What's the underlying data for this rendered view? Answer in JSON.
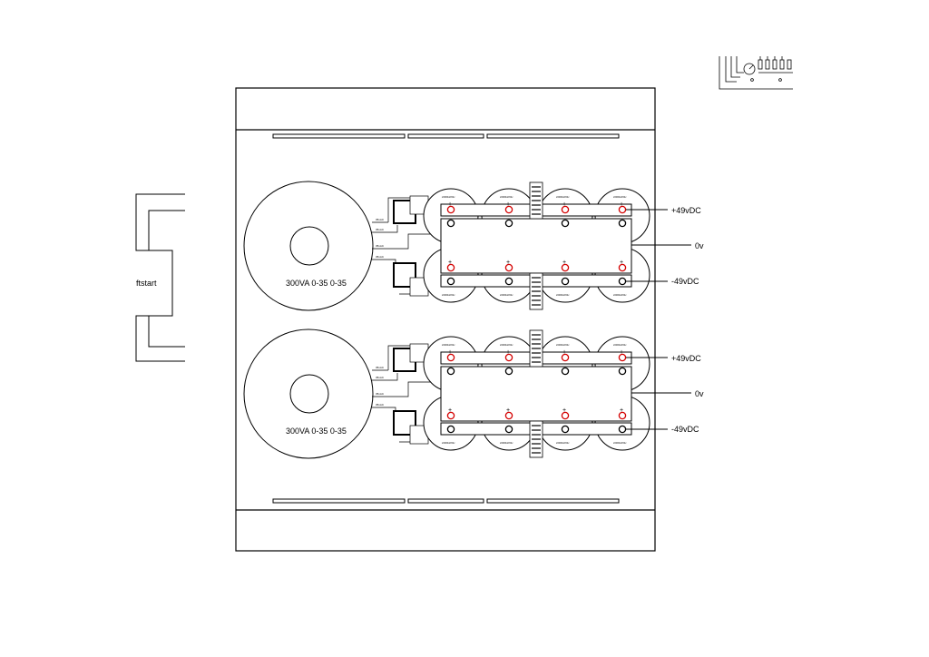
{
  "transformer_label": "300VA 0-35 0-35",
  "softstart_label": "ftstart",
  "rails": {
    "positive": "+49vDC",
    "zero": "0v",
    "negative": "-49vDC"
  },
  "capacitor_label": "22000uF63v",
  "transformer_wire_label": "35vAC",
  "plus_sign": "+",
  "colors": {
    "line": "#000000",
    "terminal_plus": "#d40000"
  }
}
